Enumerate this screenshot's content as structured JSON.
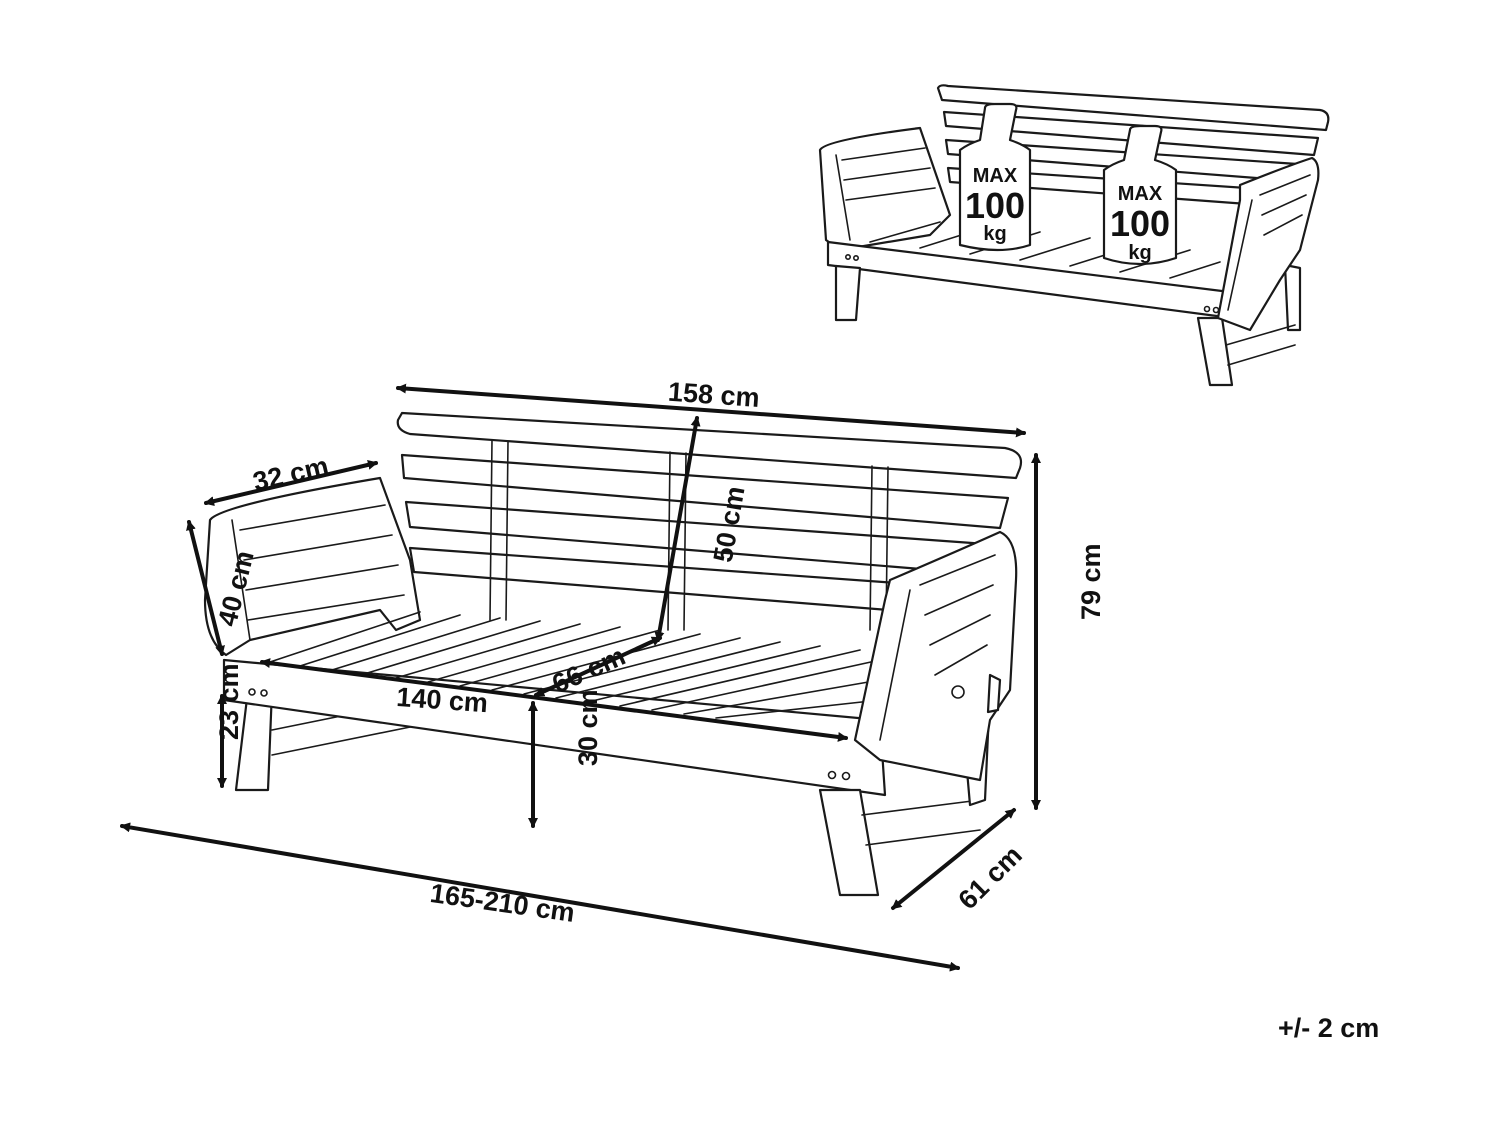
{
  "dimensions": {
    "back_width": "158 cm",
    "armrest_depth": "32 cm",
    "armrest_height": "40 cm",
    "backrest_height": "50 cm",
    "seat_depth": "66 cm",
    "seat_width": "140 cm",
    "leg_height": "23 cm",
    "seat_height": "30 cm",
    "total_height": "79 cm",
    "total_depth": "61 cm",
    "total_length": "165-210 cm"
  },
  "tolerance": "+/- 2 cm",
  "weights": [
    {
      "max": "MAX",
      "value": "100",
      "unit": "kg"
    },
    {
      "max": "MAX",
      "value": "100",
      "unit": "kg"
    }
  ]
}
